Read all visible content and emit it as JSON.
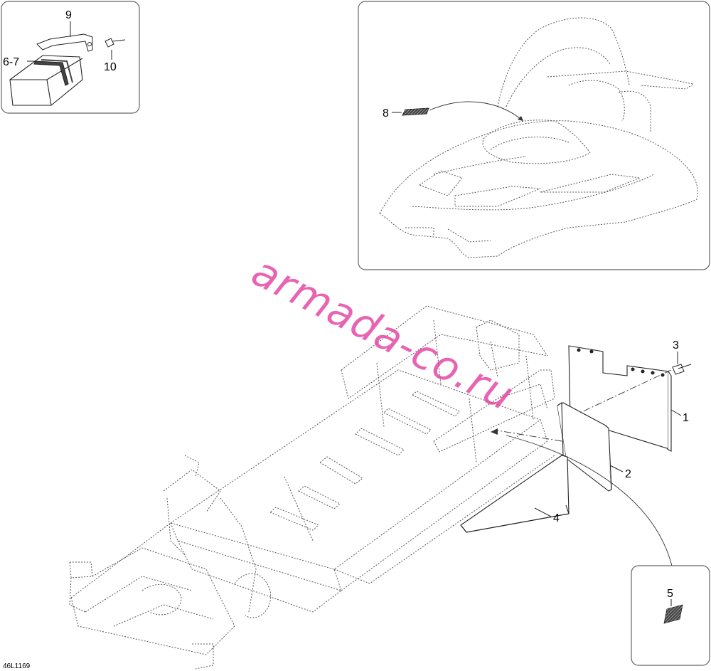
{
  "callouts": {
    "c1": "1",
    "c2": "2",
    "c3": "3",
    "c4": "4",
    "c5": "5",
    "c67": "6-7",
    "c8": "8",
    "c9": "9",
    "c10": "10"
  },
  "drawing_code": "46L1169",
  "watermark": "armada-co.ru",
  "colors": {
    "line": "#333333",
    "dashed": "#555555",
    "watermark": "#e0309a",
    "panel_border": "#666666"
  }
}
